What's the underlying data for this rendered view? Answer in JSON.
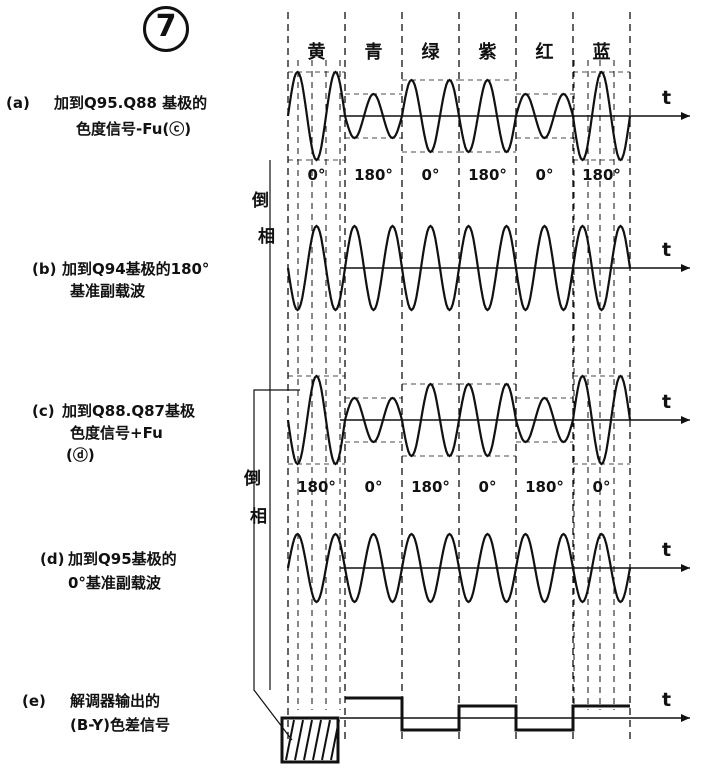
{
  "figure_number": "7",
  "colors": [
    "黄",
    "青",
    "绿",
    "紫",
    "红",
    "蓝"
  ],
  "rows": [
    {
      "id": "a",
      "tag": "(a)",
      "line1": "加到Q95.Q88 基极的",
      "line2": "色度信号-Fu(ⓒ)",
      "line3": "",
      "phases": [
        "0°",
        "180°",
        "0°",
        "180°",
        "0°",
        "180°"
      ]
    },
    {
      "id": "b",
      "tag": "(b)",
      "line1": "加到Q94基极的180°",
      "line2": "基准副载波",
      "line3": "",
      "phases": []
    },
    {
      "id": "c",
      "tag": "(c)",
      "line1": "加到Q88.Q87基极",
      "line2": "色度信号+Fu",
      "line3": "(ⓓ)",
      "phases": [
        "180°",
        "0°",
        "180°",
        "0°",
        "180°",
        "0°"
      ]
    },
    {
      "id": "d",
      "tag": "(d)",
      "line1": "加到Q95基极的",
      "line2": "0°基准副载波",
      "line3": "",
      "phases": []
    },
    {
      "id": "e",
      "tag": "(e)",
      "line1": "解调器输出的",
      "line2": "(B-Y)色差信号",
      "line3": "",
      "phases": []
    }
  ],
  "inversion_label_1": [
    "倒",
    "相"
  ],
  "inversion_label_2": [
    "倒",
    "相"
  ],
  "axis_label": "t",
  "ink_color": "#111111"
}
